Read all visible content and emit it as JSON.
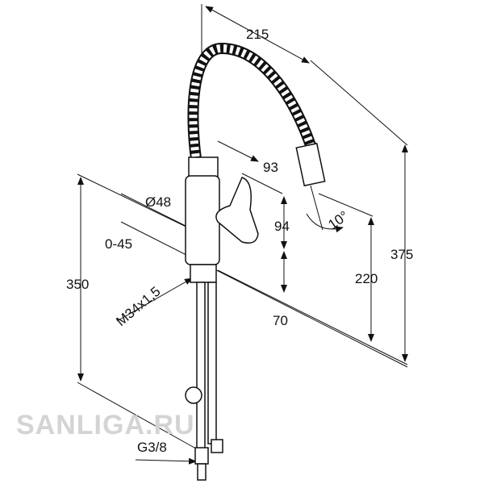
{
  "dimensions": {
    "width_spout": "215",
    "spout_reach": "93",
    "diameter": "Ø48",
    "lever_height": "94",
    "swivel": "0-45",
    "total_under": "350",
    "outlet_height": "220",
    "total_height": "375",
    "thread": "M34x1,5",
    "base_height": "70",
    "angle": "10°",
    "connection": "G3/8"
  },
  "watermark": "SANLIGA.RU",
  "colors": {
    "line": "#111111",
    "watermark": "#d4d4d4"
  }
}
